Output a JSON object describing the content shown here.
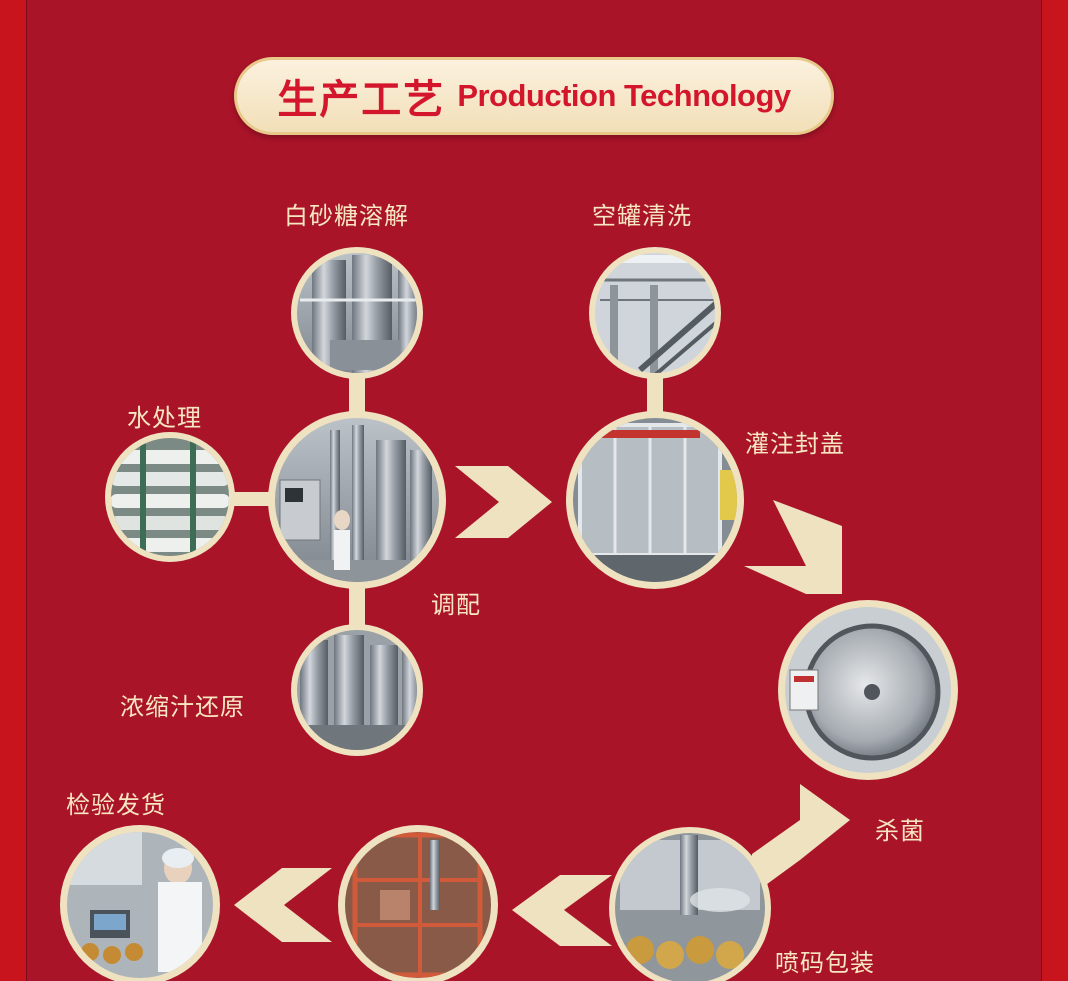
{
  "title": {
    "cn": "生产工艺",
    "en": "Production Technology"
  },
  "steps": {
    "sugar": "白砂糖溶解",
    "water": "水处理",
    "mix": "调配",
    "concentrate": "浓缩汁还原",
    "can_wash": "空罐清洗",
    "fill": "灌注封盖",
    "sterilize": "杀菌",
    "coding": "喷码包装",
    "inspect": "检验发货"
  },
  "colors": {
    "background": "#aa1429",
    "accent": "#d3162b",
    "cream": "#efe2c0",
    "label": "#f6e7c2"
  }
}
